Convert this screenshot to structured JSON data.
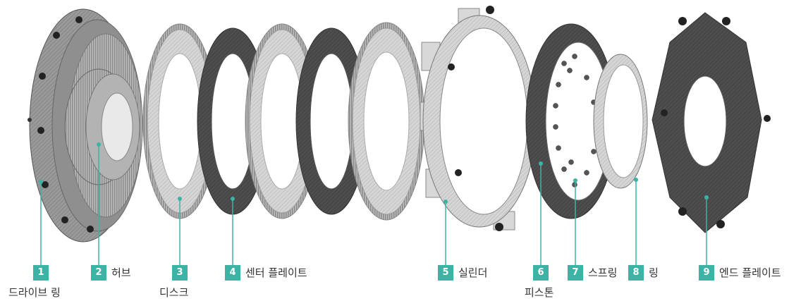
{
  "colors": {
    "badge": "#3db3a6",
    "leader": "#3db3a6",
    "metal_light": "#c9c9c9",
    "metal_dark": "#4a4a4a"
  },
  "parts": [
    {
      "num": "1",
      "name": "드라이브 링"
    },
    {
      "num": "2",
      "name": "허브"
    },
    {
      "num": "3",
      "name": "디스크"
    },
    {
      "num": "4",
      "name": "센터 플레이트"
    },
    {
      "num": "5",
      "name": "실린더"
    },
    {
      "num": "6",
      "name": "피스톤"
    },
    {
      "num": "7",
      "name": "스프링"
    },
    {
      "num": "8",
      "name": "링"
    },
    {
      "num": "9",
      "name": "엔드 플레이트"
    }
  ]
}
